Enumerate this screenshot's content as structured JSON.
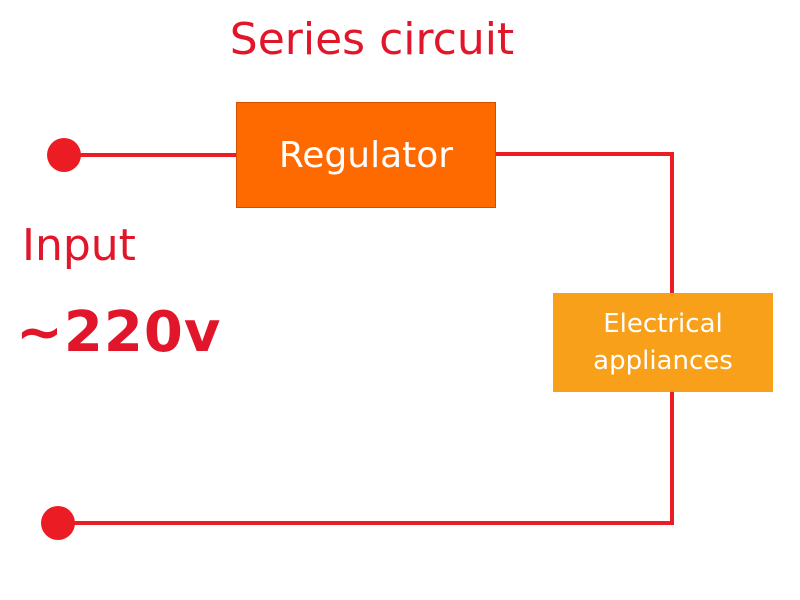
{
  "title": "Series circuit",
  "input": {
    "label": "Input",
    "voltage": "~220v"
  },
  "components": {
    "regulator": "Regulator",
    "appliance_line1": "Electrical",
    "appliance_line2": "appliances"
  },
  "colors": {
    "wire": "#ec1c24",
    "text": "#e2162a",
    "regulator_fill": "#ff6a00",
    "appliance_fill": "#f9a01b",
    "box_text": "#ffffff"
  }
}
